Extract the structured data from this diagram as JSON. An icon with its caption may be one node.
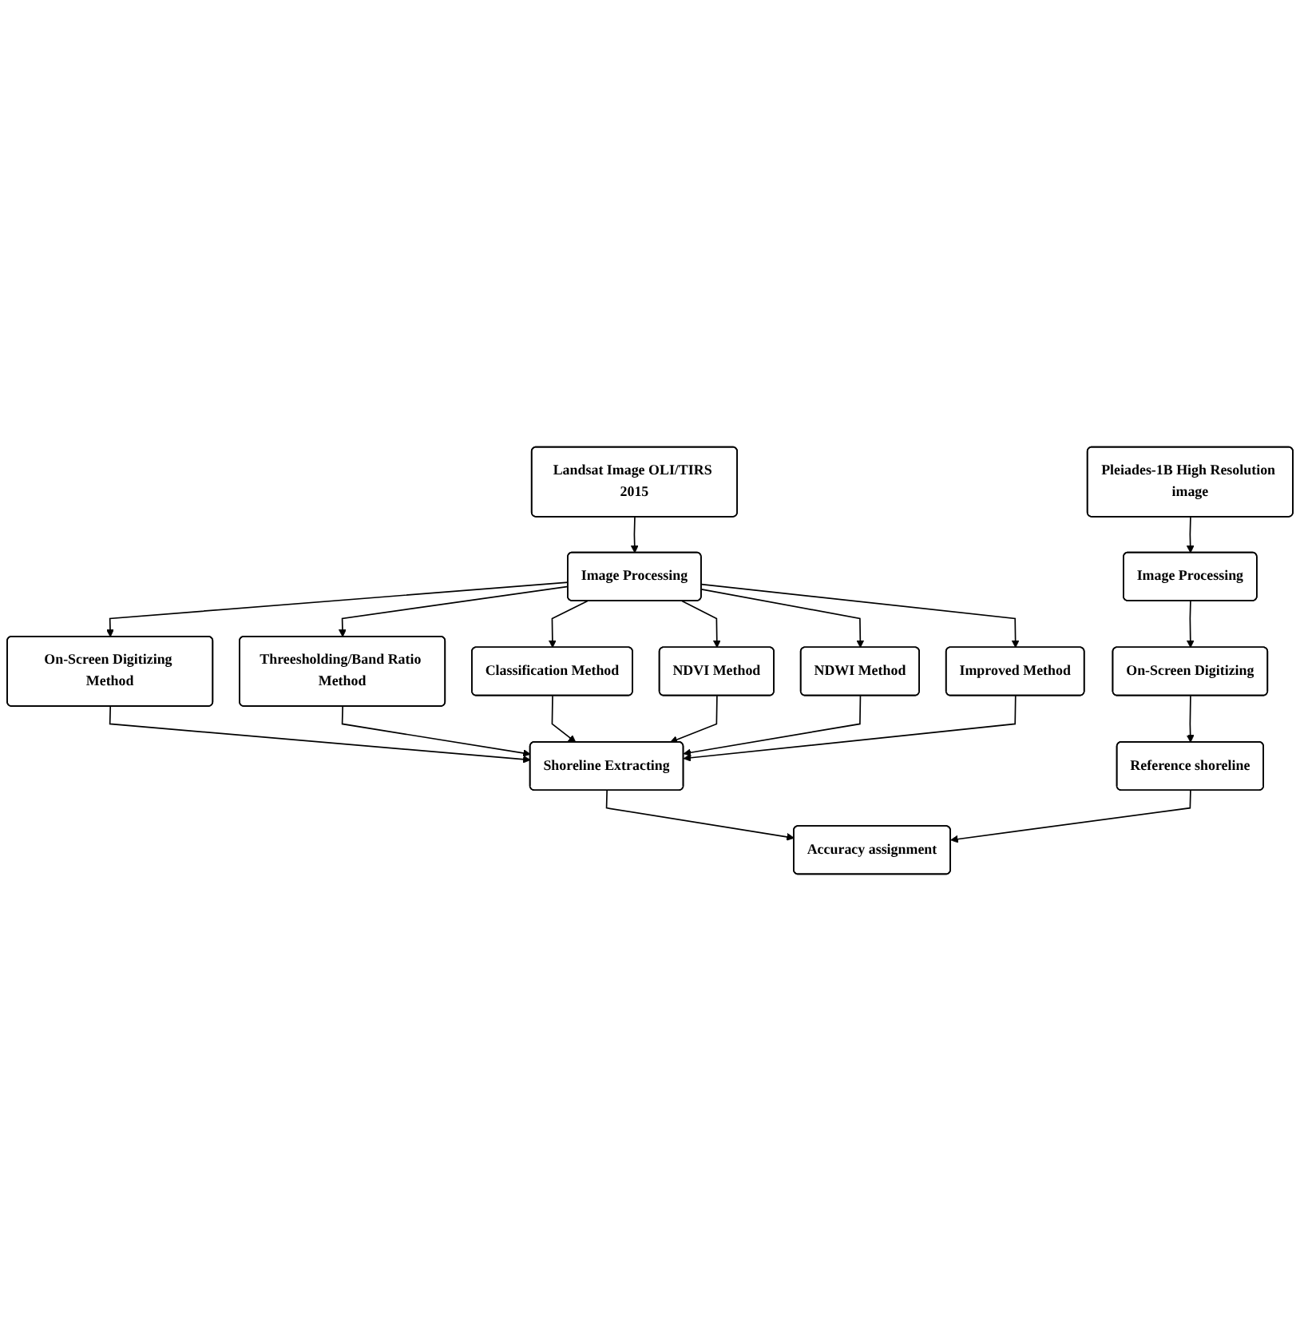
{
  "diagram": {
    "nodes": [
      {
        "text": [
          "Landsat Image OLI/TIRS 2015"
        ]
      },
      {
        "text": [
          "Pleiades-1B High Resolution image"
        ]
      },
      {
        "text": [
          "Image Processing"
        ]
      },
      {
        "text": [
          "Image Processing"
        ]
      },
      {
        "text": [
          "On-Screen Digitizing Method"
        ]
      },
      {
        "text": [
          "Threesholding/Band Ratio Method"
        ]
      },
      {
        "text": [
          "Classification Method"
        ]
      },
      {
        "text": [
          "NDVI Method"
        ]
      },
      {
        "text": [
          "NDWI Method"
        ]
      },
      {
        "text": [
          "Improved Method"
        ]
      },
      {
        "text": [
          "On-Screen Digitizing"
        ]
      },
      {
        "text": [
          "Reference shoreline"
        ]
      },
      {
        "text": [
          "Shoreline Extracting"
        ]
      },
      {
        "text": [
          "Accuracy assignment"
        ]
      }
    ],
    "edges": [
      {
        "from": 0,
        "to": 2,
        "arrow": "to"
      },
      {
        "from": 1,
        "to": 3,
        "arrow": "to"
      },
      {
        "from": 2,
        "to": 4,
        "arrow": "to"
      },
      {
        "from": 2,
        "to": 5,
        "arrow": "to"
      },
      {
        "from": 2,
        "to": 6,
        "arrow": "to"
      },
      {
        "from": 2,
        "to": 7,
        "arrow": "to"
      },
      {
        "from": 2,
        "to": 8,
        "arrow": "to"
      },
      {
        "from": 2,
        "to": 9,
        "arrow": "to"
      },
      {
        "from": 4,
        "to": 12,
        "arrow": "to"
      },
      {
        "from": 5,
        "to": 12,
        "arrow": "to"
      },
      {
        "from": 6,
        "to": 12,
        "arrow": "to"
      },
      {
        "from": 7,
        "to": 12,
        "arrow": "to"
      },
      {
        "from": 8,
        "to": 12,
        "arrow": "to"
      },
      {
        "from": 9,
        "to": 12,
        "arrow": "to"
      },
      {
        "from": 3,
        "to": 10,
        "arrow": "to"
      },
      {
        "from": 10,
        "to": 11,
        "arrow": "to"
      },
      {
        "from": 12,
        "to": 13,
        "arrow": "to"
      },
      {
        "from": 11,
        "to": 13,
        "arrow": "to"
      }
    ]
  }
}
